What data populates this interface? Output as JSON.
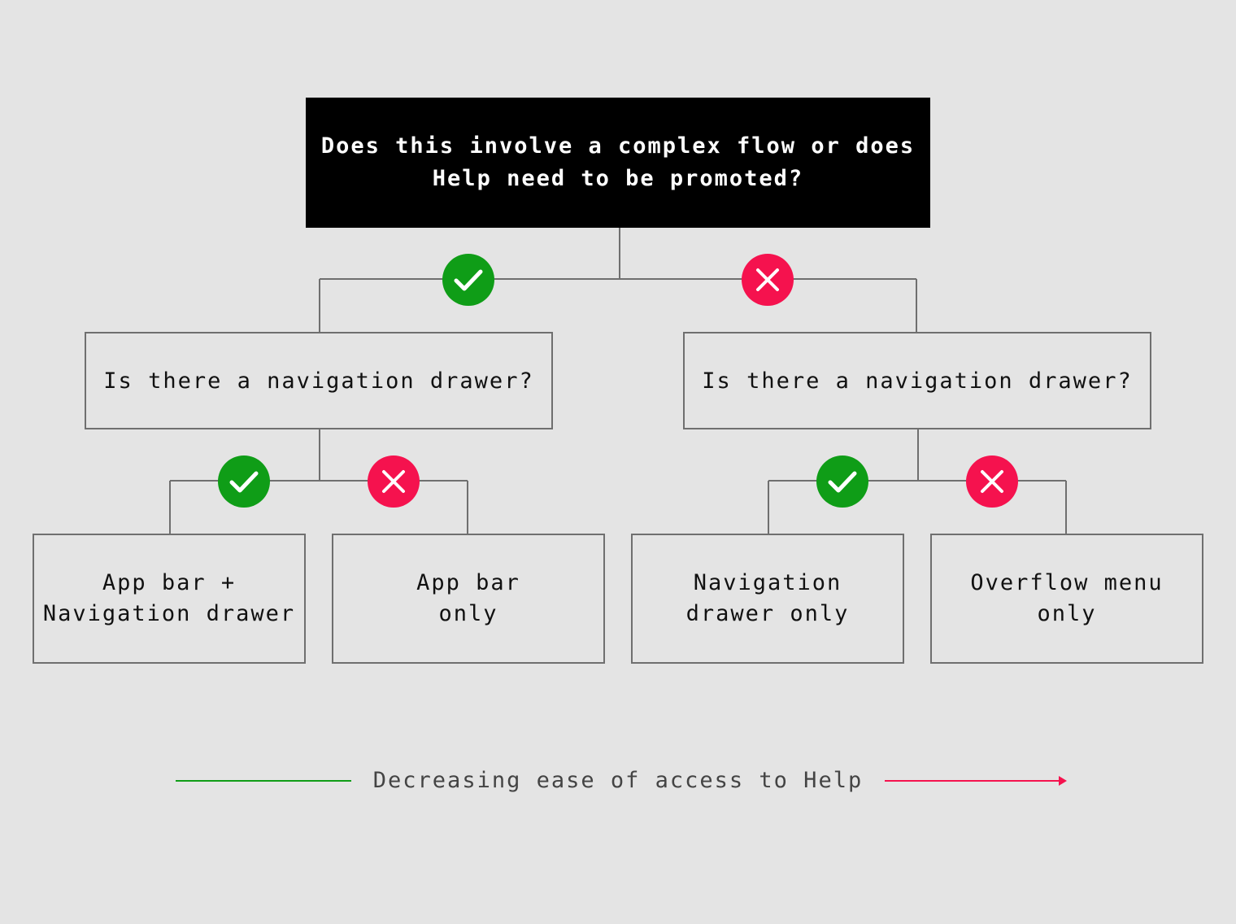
{
  "colors": {
    "background": "#e4e4e4",
    "root_fill": "#000000",
    "line": "#6f6f6f",
    "yes": "#0f9d17",
    "no": "#f5124e"
  },
  "root": {
    "text": "Does this involve a complex flow or does\nHelp need to be promoted?"
  },
  "branches": [
    {
      "answer_icon": "check-icon",
      "question": "Is there a navigation drawer?",
      "outcomes": [
        {
          "answer_icon": "check-icon",
          "label": "App bar +\nNavigation drawer"
        },
        {
          "answer_icon": "cross-icon",
          "label": "App bar\nonly"
        }
      ]
    },
    {
      "answer_icon": "cross-icon",
      "question": "Is there a navigation drawer?",
      "outcomes": [
        {
          "answer_icon": "check-icon",
          "label": "Navigation\ndrawer only"
        },
        {
          "answer_icon": "cross-icon",
          "label": "Overflow menu\nonly"
        }
      ]
    }
  ],
  "legend": {
    "text": "Decreasing ease of access to Help",
    "start_color": "#0f9d17",
    "end_color": "#f5124e"
  }
}
